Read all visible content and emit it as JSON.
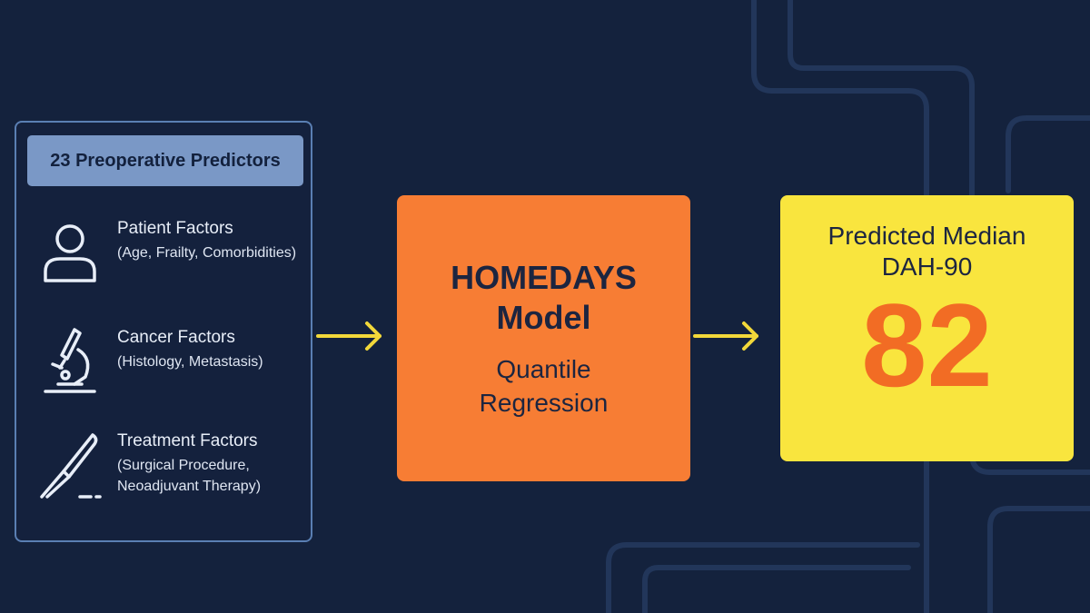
{
  "colors": {
    "background": "#14223d",
    "panel_border": "#5a7fb3",
    "panel_header": "#7a98c6",
    "model_box": "#f77d34",
    "result_box": "#f9e53e",
    "result_value": "#f26c24",
    "arrow": "#f2d83a"
  },
  "predictors": {
    "header": "23 Preoperative Predictors",
    "factors": [
      {
        "icon": "person-icon",
        "title": "Patient Factors",
        "detail": "(Age, Frailty, Comorbidities)"
      },
      {
        "icon": "microscope-icon",
        "title": "Cancer Factors",
        "detail": "(Histology, Metastasis)"
      },
      {
        "icon": "scalpel-icon",
        "title": "Treatment Factors",
        "detail": "(Surgical Procedure, Neoadjuvant Therapy)"
      }
    ]
  },
  "model": {
    "name": "HOMEDAYS Model",
    "method": "Quantile Regression"
  },
  "result": {
    "label": "Predicted Median DAH-90",
    "value": "82"
  }
}
